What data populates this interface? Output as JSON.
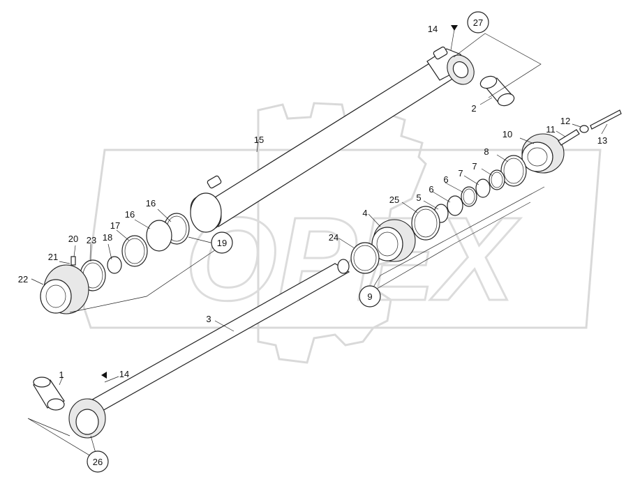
{
  "diagram": {
    "watermark": "OPEX",
    "labels": {
      "p1": "1",
      "p2": "2",
      "p3": "3",
      "p4": "4",
      "p5": "5",
      "p6a": "6",
      "p6b": "6",
      "p7a": "7",
      "p7b": "7",
      "p8": "8",
      "p9": "9",
      "p10": "10",
      "p11": "11",
      "p12": "12",
      "p13": "13",
      "p14a": "14",
      "p14b": "14",
      "p15": "15",
      "p16a": "16",
      "p16b": "16",
      "p17": "17",
      "p18": "18",
      "p19": "19",
      "p20": "20",
      "p21": "21",
      "p22": "22",
      "p23": "23",
      "p24": "24",
      "p25": "25",
      "p26": "26",
      "p27": "27"
    }
  }
}
